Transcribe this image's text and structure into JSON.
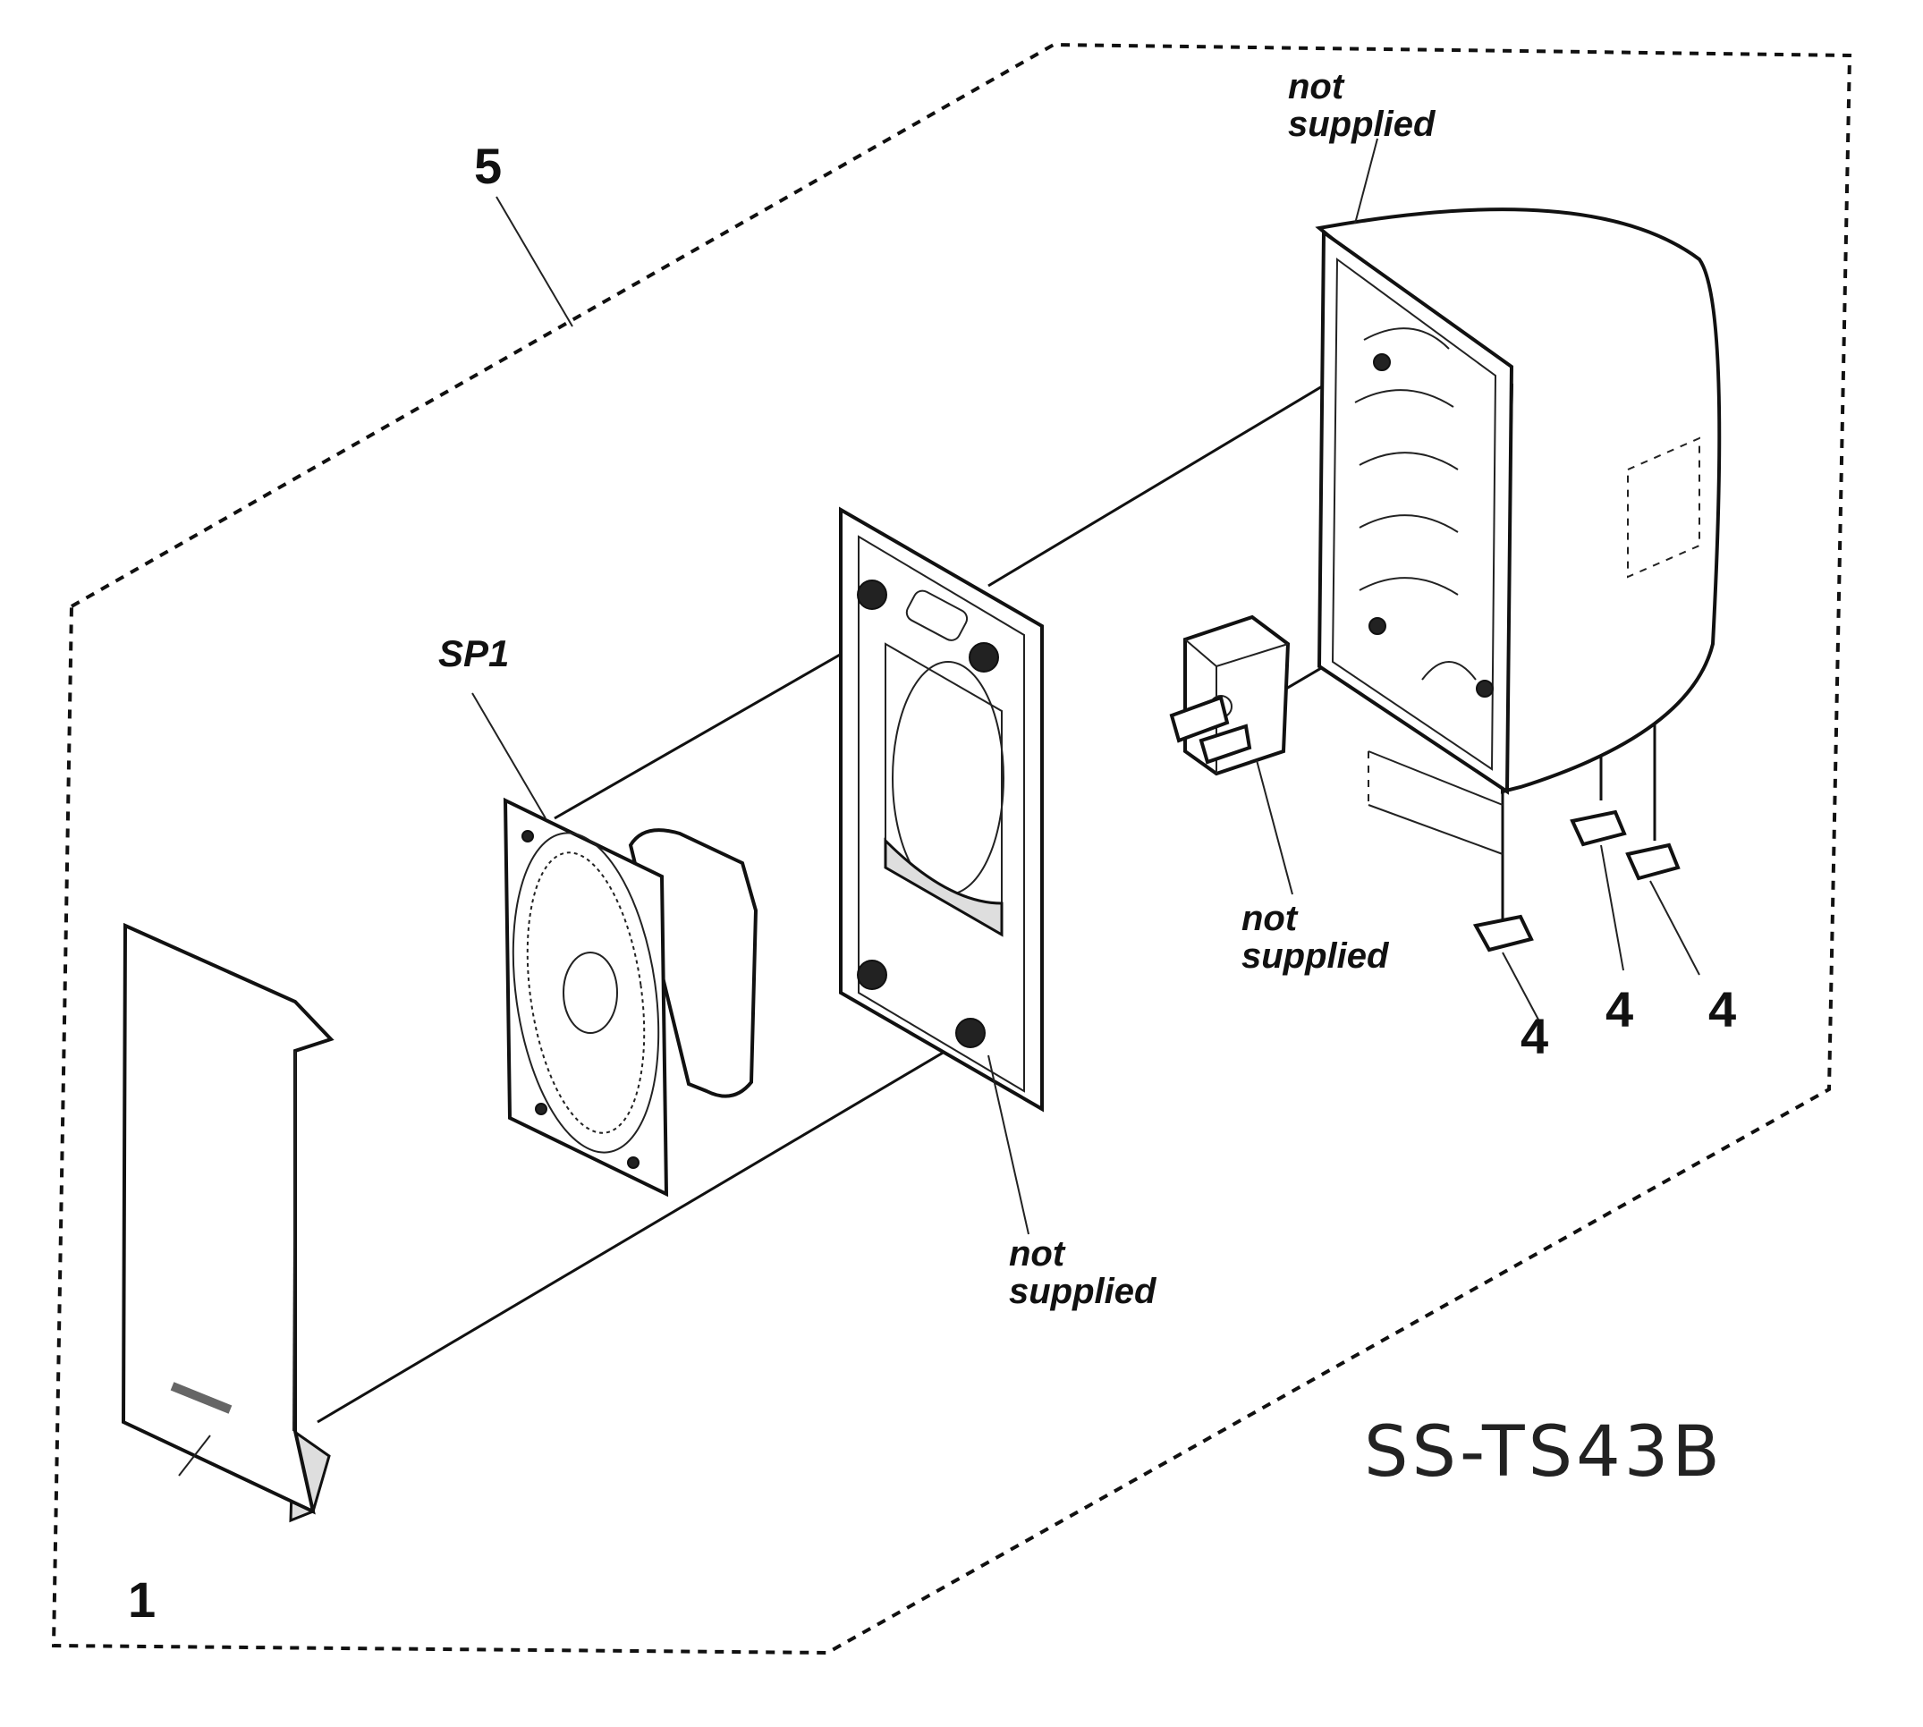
{
  "callouts": {
    "front_grille": "1",
    "cabinet_assembly": "5",
    "speaker": "SP1",
    "foot_a": "4",
    "foot_b": "4",
    "foot_c": "4"
  },
  "notes": {
    "cabinet": [
      "not",
      "supplied"
    ],
    "terminal": [
      "not",
      "supplied"
    ],
    "baffle": [
      "not",
      "supplied"
    ]
  },
  "handwritten_model": "SS-TS43B",
  "icons": [
    "front-grille-icon",
    "speaker-driver-icon",
    "baffle-frame-icon",
    "cabinet-icon",
    "terminal-block-icon",
    "foot-pad-icon"
  ]
}
